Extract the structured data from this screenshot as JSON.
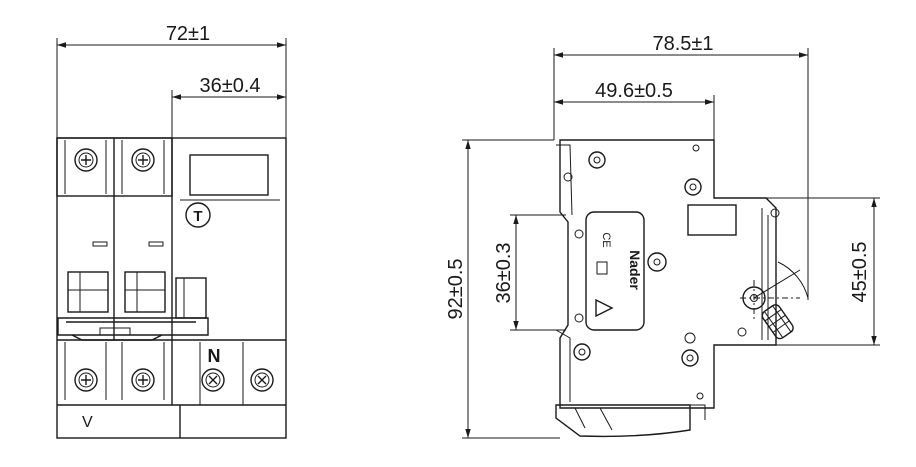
{
  "front_view": {
    "width_dim": "72±1",
    "right_dim": "36±0.4",
    "neutral_label": "N",
    "test_button_label": "T",
    "bottom_marks": [
      "V"
    ]
  },
  "side_view": {
    "depth_dim": "78.5±1",
    "front_depth_dim": "49.6±0.5",
    "height_dim": "92±0.5",
    "rail_dim": "36±0.3",
    "terminal_dim": "45±0.5",
    "brand_label": "Nader",
    "ce_label": "CE"
  },
  "colors": {
    "stroke": "#1a1a1a",
    "background": "#ffffff"
  },
  "icons": [
    "screw-terminal-icon",
    "warning-triangle-icon",
    "ce-mark-icon"
  ]
}
